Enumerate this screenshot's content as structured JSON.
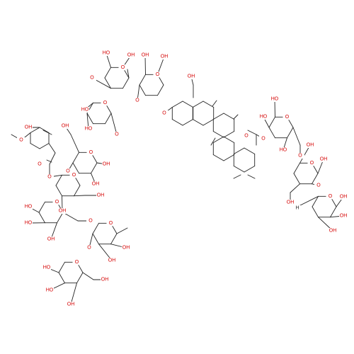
{
  "atom_text": {
    "oh": "OH",
    "ho": "HO",
    "o": "O",
    "methyl_h": "H",
    "ring_o": "O"
  },
  "colors": {
    "bond": "#222222",
    "heteroatom": "#d40000",
    "background": "#ffffff"
  }
}
